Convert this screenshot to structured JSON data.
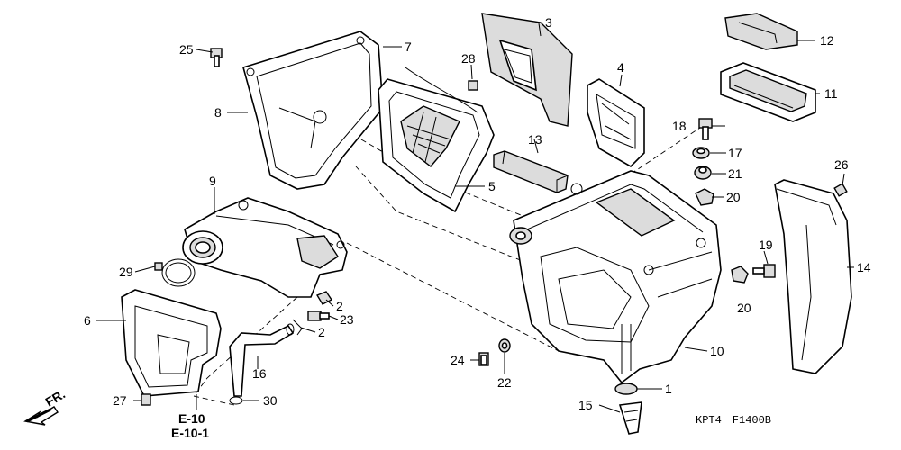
{
  "callouts": {
    "c1": "1",
    "c2a": "2",
    "c2b": "2",
    "c3": "3",
    "c4": "4",
    "c5": "5",
    "c6": "6",
    "c7": "7",
    "c8": "8",
    "c9": "9",
    "c10": "10",
    "c11": "11",
    "c12": "12",
    "c13": "13",
    "c14": "14",
    "c15": "15",
    "c16": "16",
    "c17": "17",
    "c18": "18",
    "c19": "19",
    "c20a": "20",
    "c20b": "20",
    "c21": "21",
    "c22": "22",
    "c23": "23",
    "c24": "24",
    "c25": "25",
    "c26": "26",
    "c27": "27",
    "c28": "28",
    "c29": "29",
    "c30": "30"
  },
  "references": {
    "ref1": "E-10",
    "ref2": "E-10-1"
  },
  "direction_label": "FR.",
  "diagram_code": "KPT4－F1400B"
}
